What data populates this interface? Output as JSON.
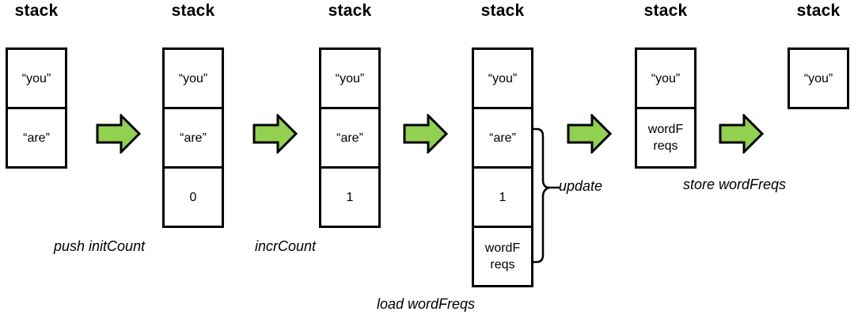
{
  "stack_title": "stack",
  "stacks": [
    {
      "cells": [
        "“you”",
        "“are”"
      ]
    },
    {
      "cells": [
        "“you”",
        "“are”",
        "0"
      ]
    },
    {
      "cells": [
        "“you”",
        "“are”",
        "1"
      ]
    },
    {
      "cells": [
        "“you”",
        "“are”",
        "1",
        "wordF\nreqs"
      ]
    },
    {
      "cells": [
        "“you”",
        "wordF\nreqs"
      ]
    },
    {
      "cells": [
        "“you”"
      ]
    }
  ],
  "labels": {
    "push_init_count": "push initCount",
    "incr_count": "incrCount",
    "load_word_freqs": "load wordFreqs",
    "store_word_freqs": "store wordFreqs",
    "update": "update"
  },
  "colors": {
    "arrow_fill": "#92D050",
    "arrow_stroke": "#000000",
    "box_border": "#000000",
    "background": "#FFFFFF",
    "text": "#000000"
  }
}
